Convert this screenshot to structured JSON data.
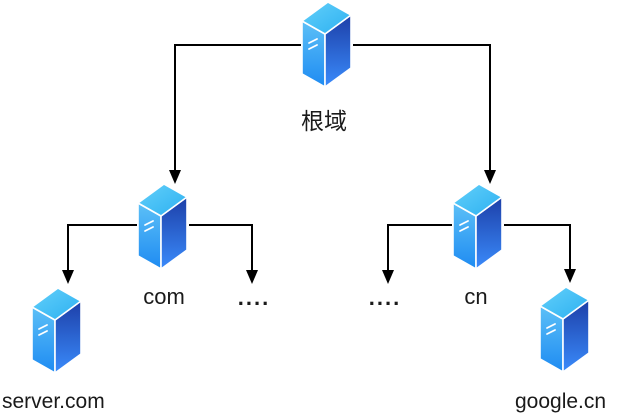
{
  "diagram": {
    "type": "dns-hierarchy-tree",
    "background": "#ffffff",
    "nodes": [
      {
        "id": "root",
        "label": "根域",
        "icon": "server-icon"
      },
      {
        "id": "com",
        "label": "com",
        "icon": "server-icon"
      },
      {
        "id": "com-more",
        "label": "....",
        "icon": null
      },
      {
        "id": "server-com",
        "label": "server.com",
        "icon": "server-icon"
      },
      {
        "id": "cn",
        "label": "cn",
        "icon": "server-icon"
      },
      {
        "id": "cn-more",
        "label": "....",
        "icon": null
      },
      {
        "id": "google-cn",
        "label": "google.cn",
        "icon": "server-icon"
      }
    ],
    "edges": [
      {
        "from": "root",
        "to": "com"
      },
      {
        "from": "root",
        "to": "cn"
      },
      {
        "from": "com",
        "to": "server-com"
      },
      {
        "from": "com",
        "to": "com-more"
      },
      {
        "from": "cn",
        "to": "cn-more"
      },
      {
        "from": "cn",
        "to": "google-cn"
      }
    ],
    "colors": {
      "line": "#000000",
      "text": "#1a1a1a",
      "server_top_light": "#63d0fa",
      "server_top_dark": "#2cb0f1",
      "server_left_light": "#5cc0f7",
      "server_left_dark": "#1e8bf2",
      "server_right_dark": "#1d3fa8",
      "server_right_light": "#3a8bfb",
      "server_edge": "#ffffff"
    }
  }
}
